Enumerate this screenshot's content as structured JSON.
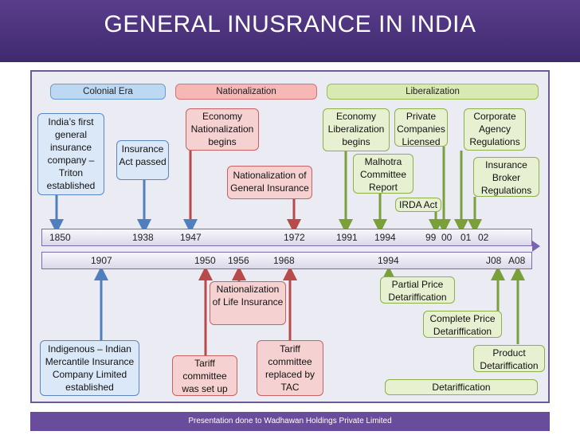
{
  "title": "GENERAL INUSRANCE IN INDIA",
  "footer": "Presentation done to Wadhawan Holdings Private Limited",
  "eras": {
    "colonial": "Colonial Era",
    "nationalization": "Nationalization",
    "liberalization": "Liberalization"
  },
  "top_years": [
    "1850",
    "1938",
    "1947",
    "1972",
    "1991",
    "1994",
    "99",
    "00",
    "01",
    "02"
  ],
  "bottom_years": [
    "1907",
    "1950",
    "1956",
    "1968",
    "1994",
    "J08",
    "A08"
  ],
  "events": {
    "india_first": "India’s first general insurance company – Triton established",
    "insurance_act": "Insurance Act passed",
    "econ_nat": "Economy Nationalization begins",
    "nat_general": "Nationalization of General Insurance",
    "econ_lib": "Economy Liberalization begins",
    "private_cos": "Private Companies Licensed",
    "corporate_agency": "Corporate Agency Regulations",
    "malhotra": "Malhotra Committee Report",
    "broker_regs": "Insurance Broker Regulations",
    "irda_act": "IRDA Act",
    "indigenous": "Indigenous – Indian Mercantile Insurance Company Limited established",
    "nat_life": "Nationalization of Life Insurance",
    "tariff_set": "Tariff committee was set up",
    "tariff_replaced": "Tariff committee replaced by TAC",
    "partial": "Partial Price Detariffication",
    "complete": "Complete Price Detariffication",
    "product": "Product Detariffication",
    "detariff": "Detariffication"
  },
  "colors": {
    "title_bg": "#4a3380",
    "blue": "#5a86bf",
    "red": "#b84a4a",
    "green": "#7aa03a"
  }
}
